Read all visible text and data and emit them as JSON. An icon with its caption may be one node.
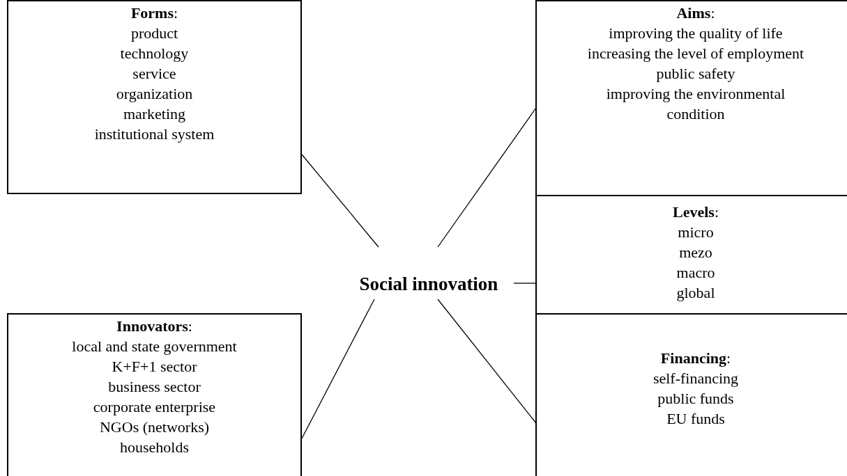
{
  "diagram": {
    "nodes": [
      {
        "text": [
          "**Forms**:",
          "product",
          "technology",
          "service",
          "organization",
          "marketing",
          "institutional system"
        ]
      },
      {
        "text": [
          "**Aims**:",
          "improving the quality of life",
          "increasing the level of employment",
          "public safety",
          "improving the environmental condition"
        ]
      },
      {
        "text": [
          "**Levels**:",
          "micro",
          "mezo",
          "macro",
          "global"
        ]
      },
      {
        "text": [
          "Social innovation"
        ]
      },
      {
        "text": [
          "**Innovators**:",
          "local and state government",
          "K+F+1 sector",
          "business sector",
          "corporate enterprise",
          "NGOs (networks)",
          "households"
        ]
      },
      {
        "text": [
          "**Financing**:",
          "self-financing",
          "public funds",
          "EU funds"
        ]
      }
    ],
    "edges": [
      {
        "from": 3,
        "to": 0,
        "arrow": "none"
      },
      {
        "from": 3,
        "to": 1,
        "arrow": "none"
      },
      {
        "from": 3,
        "to": 2,
        "arrow": "none"
      },
      {
        "from": 3,
        "to": 4,
        "arrow": "none"
      },
      {
        "from": 3,
        "to": 5,
        "arrow": "none"
      }
    ]
  }
}
